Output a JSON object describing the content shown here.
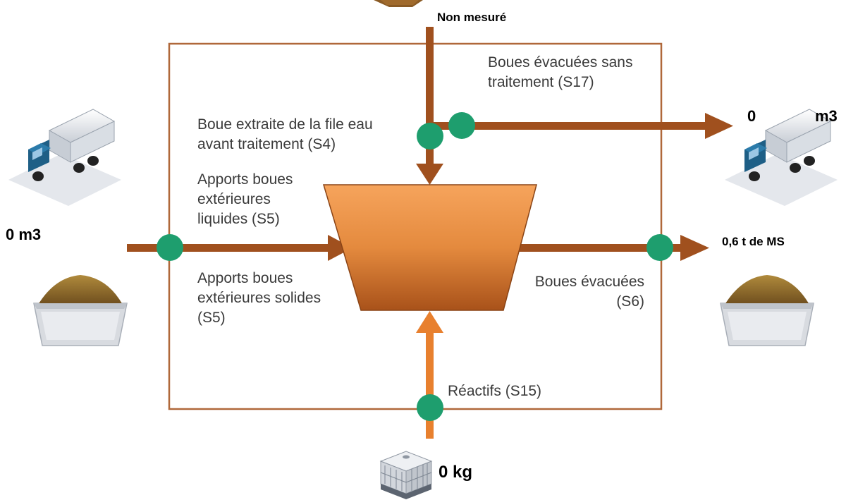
{
  "colors": {
    "flow_brown": "#A0501E",
    "reagent_orange": "#E8802E",
    "boundary": "#B0683A",
    "measure_point": "#1E9E6E",
    "basin_top": "#F6A45C",
    "basin_bottom": "#A9521A"
  },
  "flows": {
    "s4": {
      "label": "Boue extraite de la file eau\navant traitement (S4)",
      "value": "Non mesuré"
    },
    "s17": {
      "label": "Boues évacuées sans\ntraitement (S17)",
      "value": "0",
      "unit": "m3"
    },
    "s5_liquid": {
      "label": "Apports boues\nextérieures\nliquides (S5)",
      "value": "0 m3"
    },
    "s5_solid": {
      "label": "Apports boues\nextérieures solides\n(S5)"
    },
    "s6": {
      "label": "Boues évacuées\n(S6)",
      "value": "0,6 t de MS"
    },
    "s15": {
      "label": "Réactifs (S15)",
      "value": "0 kg"
    }
  },
  "icons": {
    "top_source": "sludge-pile-icon",
    "truck_in": "tanker-truck-icon",
    "truck_out": "tanker-truck-icon",
    "skip_in": "sludge-skip-icon",
    "skip_out": "sludge-skip-icon",
    "reagent": "ibc-container-icon",
    "process": "thickener-basin-icon"
  }
}
